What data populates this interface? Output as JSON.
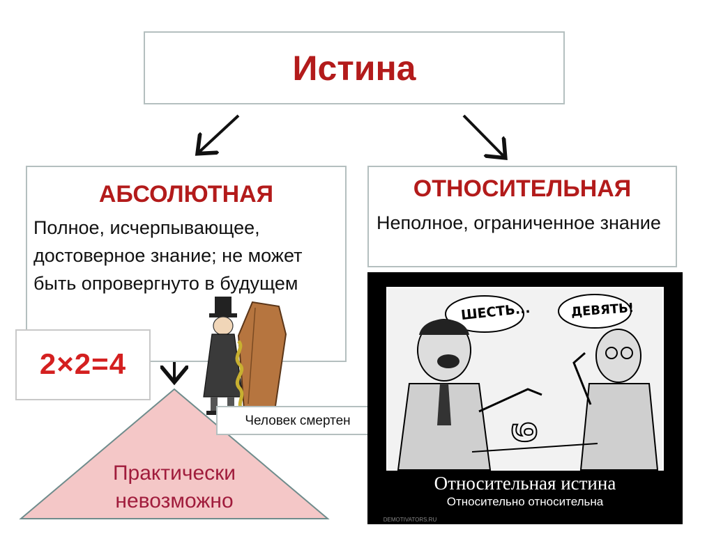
{
  "title": "Истина",
  "absolute": {
    "heading": "АБСОЛЮТНАЯ",
    "description": "Полное, исчерпывающее, достоверное знание; не может быть опровергнуто в будущем"
  },
  "relative": {
    "heading": "ОТНОСИТЕЛЬНАЯ",
    "description": "Неполное, ограниченное знание"
  },
  "example_formula": "2×2=4",
  "mortal_label": "Человек смертен",
  "triangle_label": "Практически невозможно",
  "cartoon": {
    "bubble_left": "ШЕСТЬ...",
    "bubble_right": "ДЕВЯТЬ!",
    "caption_main": "Относительная истина",
    "caption_sub": "Относительно относительна",
    "watermark": "DEMOTIVATORS.RU"
  },
  "colors": {
    "heading_red": "#b31b1b",
    "box_border": "#b4bfbf",
    "triangle_fill": "#f4c7c7",
    "triangle_text": "#a01c3c",
    "formula_red": "#d42020"
  }
}
